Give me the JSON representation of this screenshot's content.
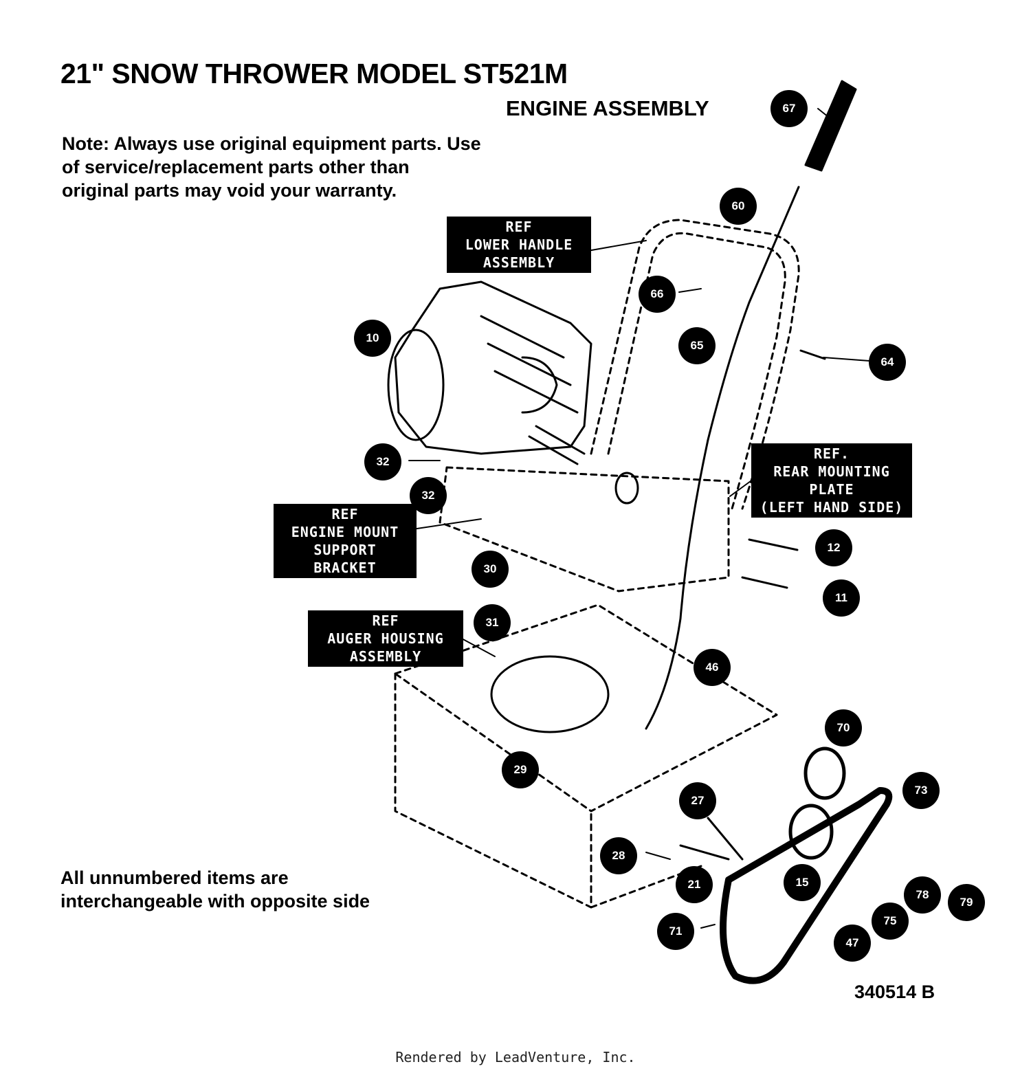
{
  "title": "21\" SNOW THROWER MODEL ST521M",
  "subtitle": "ENGINE ASSEMBLY",
  "note": "Note: Always use original equipment parts.  Use of service/replacement parts other than original parts may void your warranty.",
  "footer_note": "All unnumbered items are interchangeable with opposite side",
  "diagram_code": "340514 B",
  "render_credit": "Rendered by LeadVenture, Inc.",
  "ref_labels": [
    {
      "lines": [
        "REF",
        "LOWER HANDLE",
        "ASSEMBLY"
      ]
    },
    {
      "lines": [
        "REF.",
        "REAR MOUNTING",
        "PLATE",
        "(LEFT HAND SIDE)"
      ]
    },
    {
      "lines": [
        "REF",
        "ENGINE MOUNT",
        "SUPPORT",
        "BRACKET"
      ]
    },
    {
      "lines": [
        "REF",
        "AUGER HOUSING",
        "ASSEMBLY"
      ]
    }
  ],
  "callouts": [
    {
      "label": "67"
    },
    {
      "label": "60"
    },
    {
      "label": "66"
    },
    {
      "label": "65"
    },
    {
      "label": "64"
    },
    {
      "label": "10"
    },
    {
      "label": "32"
    },
    {
      "label": "32"
    },
    {
      "label": "30"
    },
    {
      "label": "12"
    },
    {
      "label": "11"
    },
    {
      "label": "31"
    },
    {
      "label": "46"
    },
    {
      "label": "70"
    },
    {
      "label": "29"
    },
    {
      "label": "27"
    },
    {
      "label": "73"
    },
    {
      "label": "15"
    },
    {
      "label": "28"
    },
    {
      "label": "21"
    },
    {
      "label": "78"
    },
    {
      "label": "79"
    },
    {
      "label": "75"
    },
    {
      "label": "71"
    },
    {
      "label": "47"
    }
  ]
}
